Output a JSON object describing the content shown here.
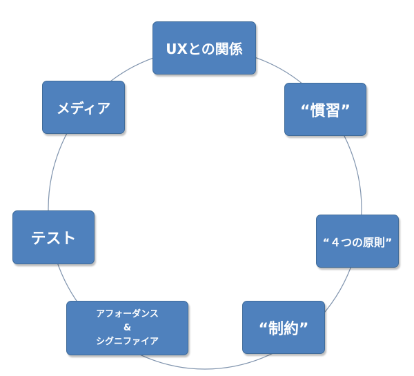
{
  "colors": {
    "node_fill": "#4f81bd",
    "ring_stroke": "#7f93ad",
    "text": "#ffffff"
  },
  "nodes": {
    "ux_relation": "UXとの関係",
    "convention": "“慣習”",
    "four_principles": "“４つの原則”",
    "constraint": "“制約”",
    "affordance": {
      "line1": "アフォーダンス",
      "line2": "&",
      "line3": "シグニファイア"
    },
    "test": "テスト",
    "media": "メディア"
  }
}
